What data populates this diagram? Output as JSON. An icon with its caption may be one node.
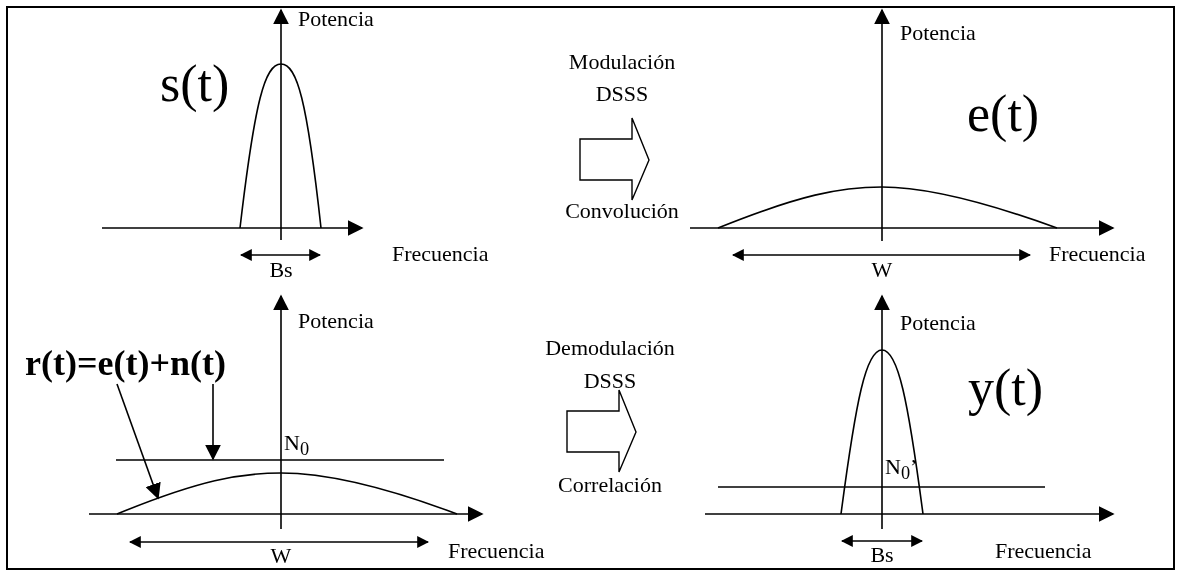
{
  "diagram": {
    "nodes": [
      {
        "text": [
          "**r(t)=e(t)+n(t)**"
        ]
      },
      {
        "text": [],
        "shape": "curve"
      },
      {
        "text": [],
        "shape": "line"
      }
    ],
    "edges": [
      {
        "from": 0,
        "to": 1,
        "arrow": "to"
      },
      {
        "from": 0,
        "to": 2,
        "arrow": "to"
      }
    ],
    "labels": [
      "Potencia",
      "s(t)",
      "Bs",
      "Frecuencia",
      "Modulación",
      "DSSS",
      "Convolución",
      "Potencia",
      "e(t)",
      "W",
      "Frecuencia",
      "Potencia",
      "N$_{0}$",
      "W",
      "Frecuencia",
      "Demodulación",
      "DSSS",
      "Correlación",
      "Potencia",
      "y(t)",
      "N$_{0}$’",
      "Bs",
      "Frecuencia"
    ]
  }
}
